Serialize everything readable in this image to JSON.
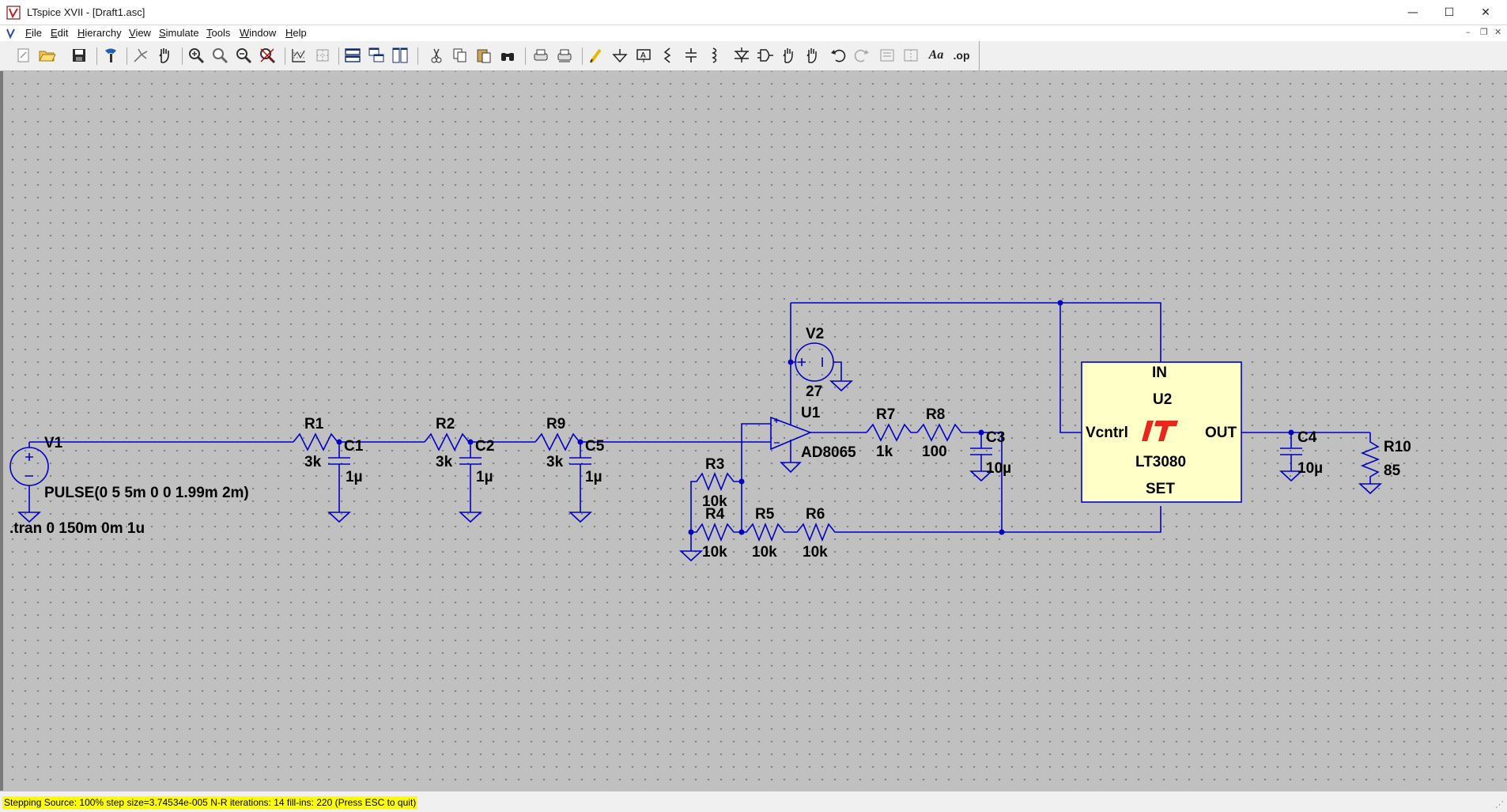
{
  "window": {
    "title": "LTspice XVII - [Draft1.asc]",
    "controls": {
      "minimize": "—",
      "maximize": "☐",
      "close": "✕"
    }
  },
  "menu": [
    {
      "label": "File",
      "accel": "F",
      "rest": "ile"
    },
    {
      "label": "Edit",
      "accel": "E",
      "rest": "dit"
    },
    {
      "label": "Hierarchy",
      "accel": "H",
      "rest": "ierarchy"
    },
    {
      "label": "View",
      "accel": "V",
      "rest": "iew"
    },
    {
      "label": "Simulate",
      "accel": "S",
      "rest": "imulate"
    },
    {
      "label": "Tools",
      "accel": "T",
      "rest": "ools"
    },
    {
      "label": "Window",
      "accel": "W",
      "rest": "indow"
    },
    {
      "label": "Help",
      "accel": "H",
      "rest": "elp"
    }
  ],
  "mdi_controls": {
    "minimize": "–",
    "restore": "❐",
    "close": "✕"
  },
  "toolbar": {
    "groups": [
      [
        "new-schematic-icon",
        "open-file-icon",
        "save-icon"
      ],
      [
        "control-panel-icon"
      ],
      [
        "run-icon",
        "halt-icon"
      ],
      [
        "zoom-in-icon",
        "zoom-pan-icon",
        "zoom-out-icon",
        "zoom-fit-icon"
      ],
      [
        "autorange-icon",
        "grid-icon"
      ],
      [
        "tile-horizontal-icon",
        "cascade-icon",
        "tile-vertical-icon"
      ],
      [
        "cut-icon",
        "copy-icon",
        "paste-icon",
        "find-icon"
      ],
      [
        "print-icon",
        "print-preview-icon"
      ],
      [
        "draw-wire-icon",
        "ground-icon",
        "label-net-icon",
        "resistor-icon",
        "capacitor-icon",
        "inductor-icon",
        "diode-icon",
        "component-icon",
        "move-icon",
        "drag-icon",
        "undo-icon",
        "redo-icon",
        "rotate-icon",
        "mirror-icon",
        "text-icon",
        "spice-directive-icon"
      ]
    ],
    "text_icon_label": "Aa",
    "spice_icon_label": ".op"
  },
  "schematic": {
    "components": {
      "V1": {
        "name": "V1",
        "value": "PULSE(0 5 5m 0 0 1.99m 2m)"
      },
      "R1": {
        "name": "R1",
        "value": "3k"
      },
      "C1": {
        "name": "C1",
        "value": "1µ"
      },
      "R2": {
        "name": "R2",
        "value": "3k"
      },
      "C2": {
        "name": "C2",
        "value": "1µ"
      },
      "R9": {
        "name": "R9",
        "value": "3k"
      },
      "C5": {
        "name": "C5",
        "value": "1µ"
      },
      "V2": {
        "name": "V2",
        "value": "27"
      },
      "U1": {
        "name": "U1",
        "value": "AD8065"
      },
      "R7": {
        "name": "R7",
        "value": "1k"
      },
      "R8": {
        "name": "R8",
        "value": "100"
      },
      "C3": {
        "name": "C3",
        "value": "10µ"
      },
      "R3": {
        "name": "R3",
        "value": "10k"
      },
      "R4": {
        "name": "R4",
        "value": "10k"
      },
      "R5": {
        "name": "R5",
        "value": "10k"
      },
      "R6": {
        "name": "R6",
        "value": "10k"
      },
      "U2": {
        "name": "U2",
        "value": "LT3080",
        "pins": {
          "in": "IN",
          "vcntrl": "Vcntrl",
          "out": "OUT",
          "set": "SET"
        }
      },
      "C4": {
        "name": "C4",
        "value": "10µ"
      },
      "R10": {
        "name": "R10",
        "value": "85"
      }
    },
    "directive": ".tran 0 150m 0m 1u",
    "colors": {
      "wire": "#0000c8",
      "ic_fill": "#ffffc8",
      "logo": "#e8261c"
    }
  },
  "status": {
    "text": "Stepping Source: 100%  step size=3.74534e-005 N-R iterations: 14 fill-ins: 220  (Press ESC to quit)",
    "highlight": "#ffff00"
  }
}
